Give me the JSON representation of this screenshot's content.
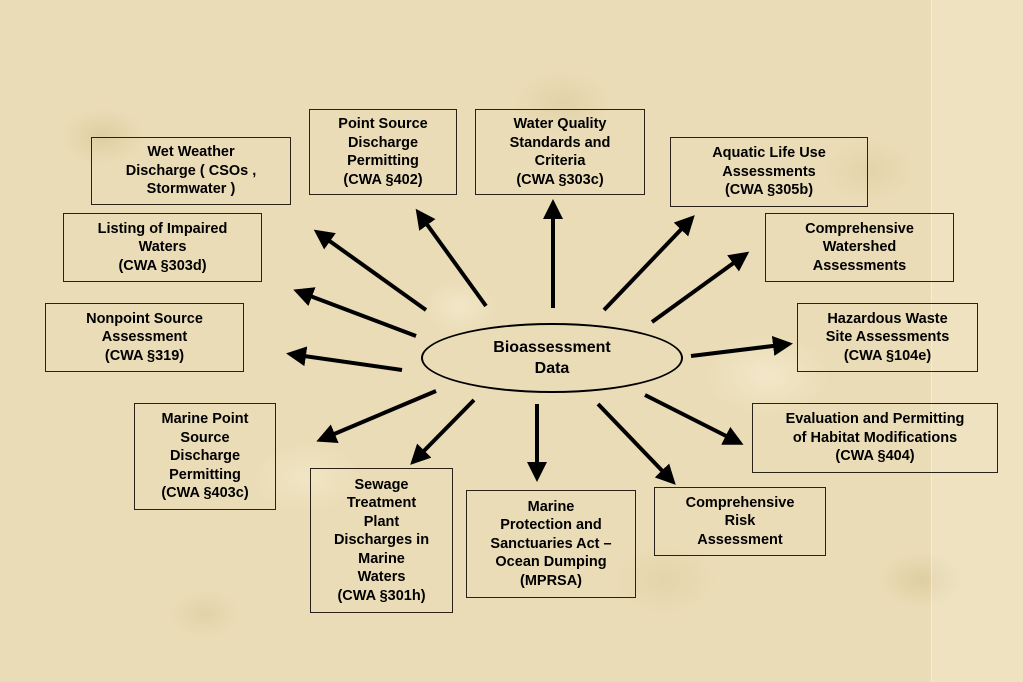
{
  "center": {
    "label": "Bioassessment\nData"
  },
  "programs": {
    "wet_weather": "Wet Weather\nDischarge (  CSOs ,\nStormwater  )",
    "point_source": "Point Source\nDischarge\nPermitting\n(CWA §402)",
    "water_quality": "Water Quality\nStandards and\nCriteria\n(CWA §303c)",
    "aquatic_life": "Aquatic Life Use\nAssessments\n(CWA §305b)",
    "impaired_waters": "Listing of Impaired\nWaters\n(CWA §303d)",
    "watershed": "Comprehensive\nWatershed\nAssessments",
    "nonpoint": "Nonpoint Source\nAssessment\n(CWA §319)",
    "hazardous_waste": "Hazardous Waste\nSite Assessments\n(CWA §104e)",
    "marine_point": "Marine Point\nSource\nDischarge\nPermitting\n(CWA §403c)",
    "habitat": "Evaluation and Permitting\nof Habitat  Modifications\n(CWA §404)",
    "sewage": "Sewage\nTreatment\nPlant\nDischarges in\nMarine\nWaters\n(CWA §301h)",
    "mprsa": "Marine\nProtection and\nSanctuaries Act  –\nOcean Dumping\n(MPRSA)",
    "risk": "Comprehensive\nRisk\nAssessment"
  }
}
